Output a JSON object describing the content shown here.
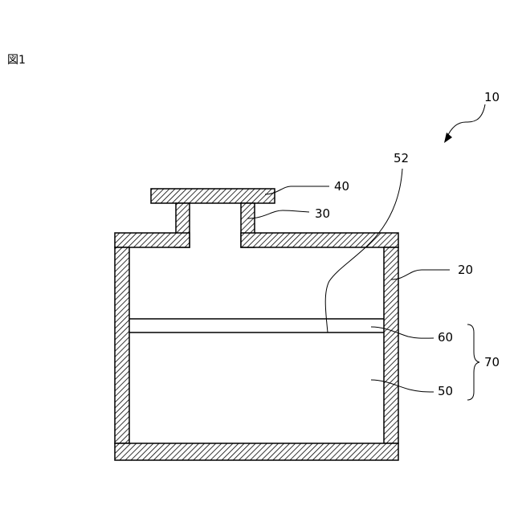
{
  "figure": {
    "label": "図1"
  },
  "reference_numerals": {
    "device": "10",
    "container": "20",
    "neck": "30",
    "cap": "40",
    "lower_layer": "50",
    "interface": "52",
    "upper_layer": "60",
    "layered_body": "70"
  }
}
